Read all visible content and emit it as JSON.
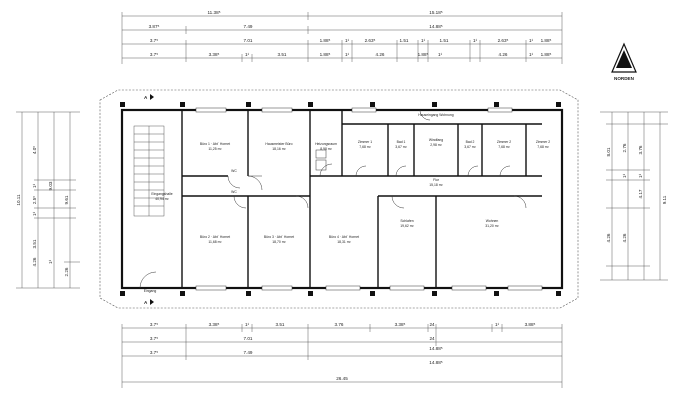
{
  "top_dims": {
    "row1": [
      "11.38⁵",
      "15.18⁵"
    ],
    "row2": [
      "3.87⁵",
      "7.49",
      "14.88⁵"
    ],
    "row3": [
      "3.7⁵",
      "7.01",
      "1.88⁵",
      "1¹",
      "2.63⁵",
      "1.51",
      "1¹",
      "1.51",
      "1¹",
      "2.63⁵",
      "1¹",
      "1.88⁵"
    ],
    "row4": [
      "3.7⁵",
      "3.38⁵",
      "1¹",
      "3.51",
      "1.88⁵",
      "1¹",
      "4.26",
      "1.88⁵",
      "1¹",
      "4.26",
      "1¹",
      "1.88⁵"
    ]
  },
  "bottom_dims": {
    "row1": [
      "3.7⁵",
      "3.38⁵",
      "1¹",
      "3.51",
      "3.76",
      "3.38⁵",
      "24",
      "1¹",
      "3.88⁵"
    ],
    "row2": [
      "3.7⁵",
      "7.01",
      "24",
      "14.88⁵"
    ],
    "row3": [
      "3.7⁵",
      "7.49",
      "14.88⁵"
    ],
    "row4": [
      "26.45"
    ]
  },
  "left_dims": {
    "outer": "10.11",
    "mid": [
      "4.0⁵",
      "1¹",
      "2.5⁵",
      "1¹",
      "3.51"
    ],
    "inner": [
      "9.03",
      "9.61",
      "4.26",
      "1¹",
      "2.26"
    ]
  },
  "right_dims": {
    "outer": "9.11",
    "mid": [
      "8.01",
      "2.76",
      "1¹",
      "4.26"
    ],
    "inner": [
      "3.76",
      "1¹",
      "4.17",
      "4.26"
    ]
  },
  "north_label": "NORDEN",
  "section_marks": [
    "A",
    "A"
  ],
  "rooms": {
    "treppenhaus": "Eingangshalle",
    "treppenhaus_area": "40,94 m²",
    "buero1": "Büro 1 · Abt´ Hornet",
    "buero1_area": "11,25 m²",
    "hausmeister": "Hausmeister Büro",
    "hausmeister_area": "18,16 m²",
    "heizung": "Heizungsraum",
    "heizung_area": "8,98 m²",
    "zimmer1": "Zimmer 1",
    "zimmer1_area": "7,68 m²",
    "bad1": "Bad 1",
    "bad1_area": "3,67 m²",
    "windfang": "Windfang",
    "windfang_area": "2,98 m²",
    "bad2": "Bad 2",
    "bad2_area": "3,67 m²",
    "zimmer2a": "Zimmer 2",
    "zimmer2a_area": "7,68 m²",
    "zimmer2b": "Zimmer 2",
    "zimmer2b_area": "7,68 m²",
    "flur": "Flur",
    "flur_area": "15,18 m²",
    "wc1": "WC",
    "wc2": "WC",
    "buero2": "Büro 2 · Abt´ Hornet",
    "buero2_area": "11,68 m²",
    "buero3": "Büro 3 · Abt´ Hornet",
    "buero3_area": "18,70 m²",
    "buero4": "Büro 4 · Abt´ Hornet",
    "buero4_area": "18,31 m²",
    "schlafen": "Schlafen",
    "schlafen_area": "19,62 m²",
    "wohnen": "Wohnen",
    "wohnen_area": "31,20 m²",
    "hauseingang": "Hauseingang Wohnung",
    "eingang": "Eingang"
  }
}
